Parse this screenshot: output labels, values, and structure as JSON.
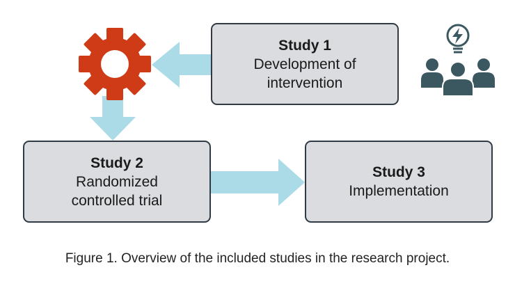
{
  "boxes": {
    "study1": {
      "title": "Study 1",
      "line1": "Development of",
      "line2": "intervention"
    },
    "study2": {
      "title": "Study 2",
      "line1": "Randomized",
      "line2": "controlled trial"
    },
    "study3": {
      "title": "Study 3",
      "line1": "Implementation"
    }
  },
  "caption": "Figure 1. Overview of the included studies in the research project.",
  "colors": {
    "box_fill": "#dadcdf",
    "box_border": "#2f3a44",
    "arrow": "#acdbe8",
    "gear": "#cf3b16",
    "people": "#3b5860"
  },
  "icons": [
    "gear-icon",
    "team-idea-icon"
  ]
}
